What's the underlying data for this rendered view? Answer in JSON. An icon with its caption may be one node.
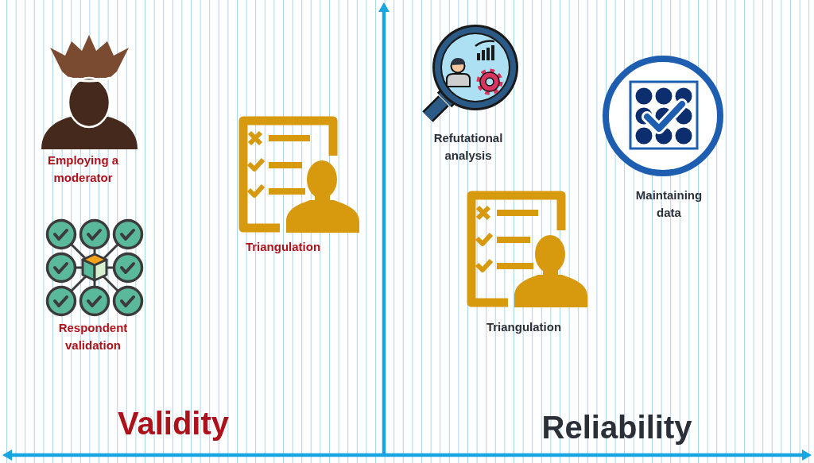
{
  "diagram": {
    "labels": [
      "Employing a moderator",
      "Respondent validation",
      "Triangulation",
      "Validity",
      "Refutational analysis",
      "Triangulation",
      "Maintaining data",
      "Reliability"
    ]
  }
}
